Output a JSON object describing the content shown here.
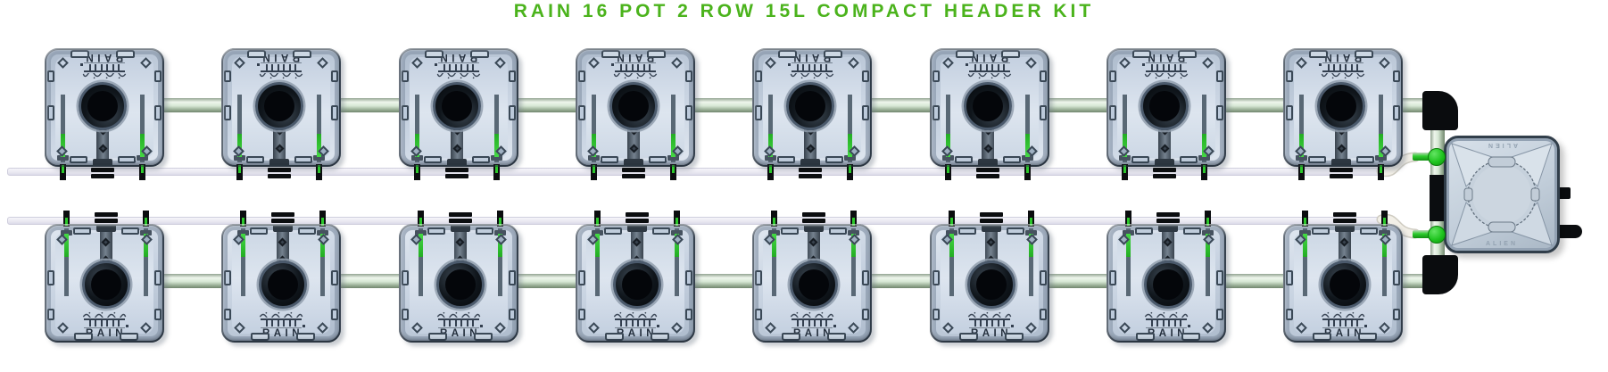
{
  "title": {
    "text": "RAIN 16 POT 2 ROW 15L COMPACT HEADER KIT"
  },
  "system": {
    "pot": {
      "brand": "RAIN"
    },
    "rows": [
      {
        "name": "top",
        "orientation": "inverted",
        "pot_count": 8
      },
      {
        "name": "bottom",
        "orientation": "upright",
        "pot_count": 8
      }
    ],
    "header_unit": {
      "brand": "ALIEN"
    },
    "colors": {
      "title_green": "#4bb31c",
      "valve_green": "#1fc41f",
      "accent_green": "#2bc72b",
      "pot_steel": "#c9d4e2",
      "pipe_mint": "#d6e7d4",
      "return_pipe_white": "#e6e5ef",
      "hose_white": "#f2efe7",
      "fitting_black": "#0b0d0f"
    }
  }
}
